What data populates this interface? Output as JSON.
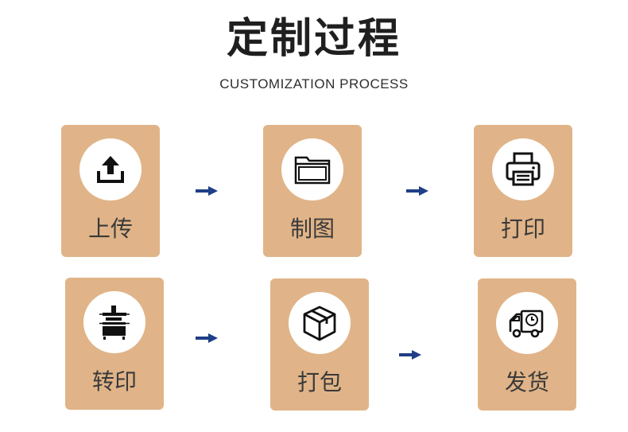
{
  "header": {
    "title": "定制过程",
    "subtitle": "CUSTOMIZATION PROCESS"
  },
  "steps": [
    {
      "label": "上传",
      "icon": "upload-icon"
    },
    {
      "label": "制图",
      "icon": "folder-icon"
    },
    {
      "label": "打印",
      "icon": "printer-icon"
    },
    {
      "label": "转印",
      "icon": "heat-press-icon"
    },
    {
      "label": "打包",
      "icon": "box-icon"
    },
    {
      "label": "发货",
      "icon": "delivery-truck-icon"
    }
  ],
  "colors": {
    "card": "#e0b488",
    "arrow": "#1f3f86",
    "title": "#1f1f1f"
  }
}
